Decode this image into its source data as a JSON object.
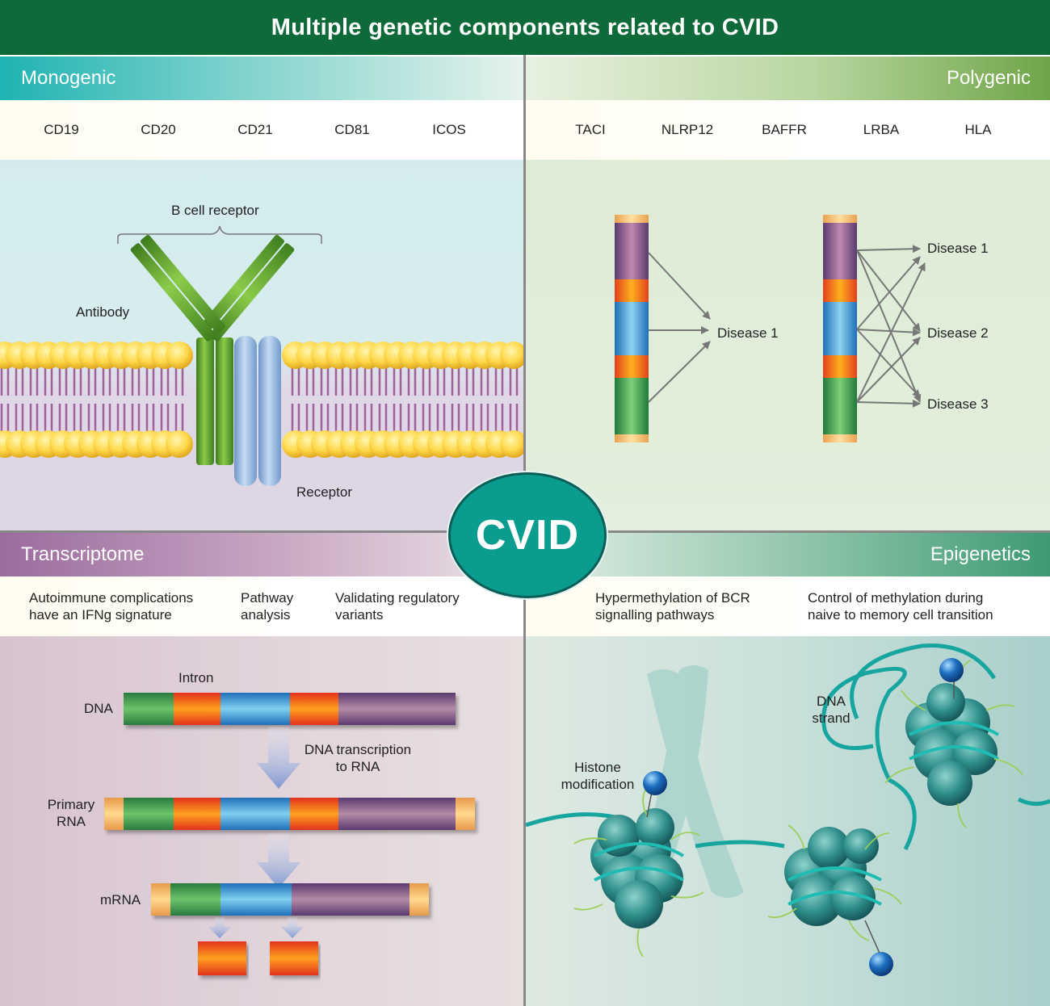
{
  "title": "Multiple genetic components related to CVID",
  "center_label": "CVID",
  "monogenic": {
    "header": "Monogenic",
    "genes": [
      "CD19",
      "CD20",
      "CD21",
      "CD81",
      "ICOS"
    ],
    "labels": {
      "bcr": "B cell receptor",
      "antibody": "Antibody",
      "receptor": "Receptor"
    }
  },
  "polygenic": {
    "header": "Polygenic",
    "genes": [
      "TACI",
      "NLRP12",
      "BAFFR",
      "LRBA",
      "HLA"
    ],
    "left_target": "Disease 1",
    "right_targets": [
      "Disease 1",
      "Disease 2",
      "Disease 3"
    ]
  },
  "transcriptome": {
    "header": "Transcriptome",
    "notes": [
      "Autoimmune complications have an IFNg signature",
      "Pathway analysis",
      "Validating regulatory variants"
    ],
    "labels": {
      "intron": "Intron",
      "dna": "DNA",
      "transcription": "DNA transcription to RNA",
      "primary_rna": "Primary RNA",
      "mrna": "mRNA"
    }
  },
  "epigenetics": {
    "header": "Epigenetics",
    "notes": [
      "Hypermethylation of BCR signalling pathways",
      "Control of methylation during naive to memory cell transition"
    ],
    "labels": {
      "dna_strand": "DNA strand",
      "histone": "Histone modification"
    }
  },
  "colors": {
    "title_bg": "#0f6a3a",
    "cvid_fill": "#0a9d8f",
    "segment_green": "#3fa35a",
    "segment_orange": "#f15a24",
    "segment_blue": "#2a8fd0",
    "segment_purple": "#7a4a7e",
    "antibody_green": "#5aa02c",
    "receptor_blue": "#8fb6e0",
    "nucleosome_teal": "#2d8f8f"
  }
}
